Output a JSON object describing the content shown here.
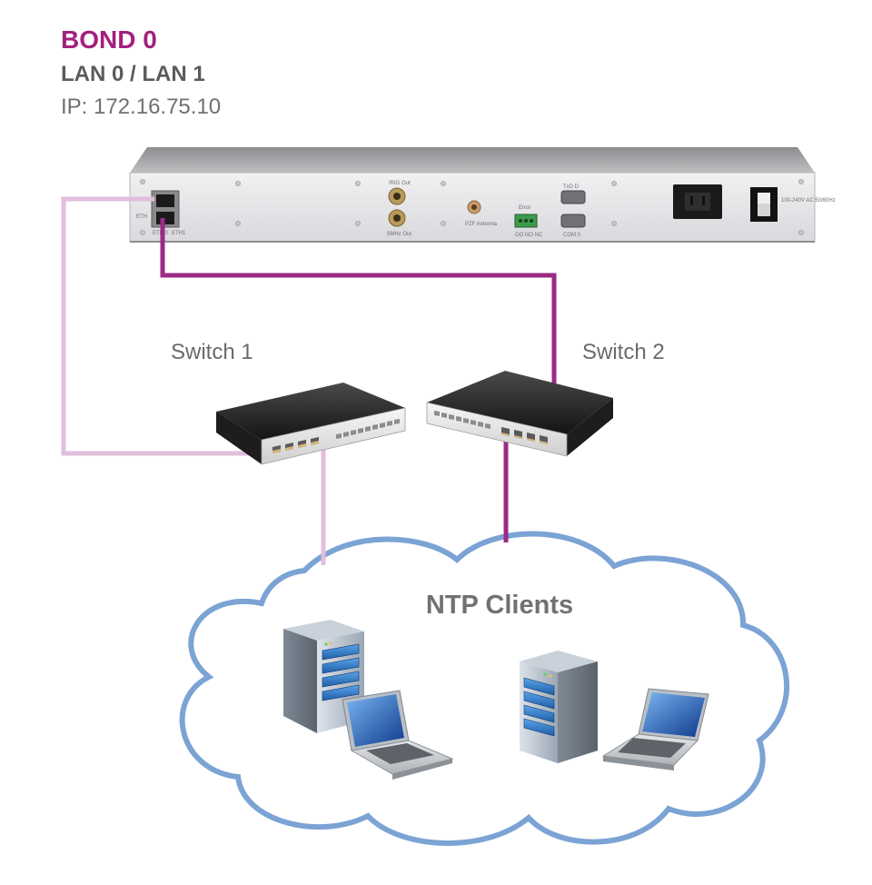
{
  "header": {
    "bond_title": "BOND 0",
    "interfaces": "LAN 0 / LAN 1",
    "ip": "IP: 172.16.75.10"
  },
  "device": {
    "port_label_eth": "ETH",
    "port_label_eth0": "ETH 0",
    "port_label_eth1": "ETH1",
    "connector_irig_out": "IRIG Out",
    "connector_mhz_out": "5MHz Out",
    "connector_antenna": "PZF Antenna",
    "error_label": "Error",
    "error_pins": "OO NO NC",
    "com1_label": "TxD D",
    "com0_label": "COM 0",
    "power_label": "100-240V AC 50/60Hz"
  },
  "switches": [
    {
      "label": "Switch 1"
    },
    {
      "label": "Switch 2"
    }
  ],
  "cloud": {
    "label": "NTP Clients"
  },
  "colors": {
    "accent": "#a3207f",
    "lan_light": "#e2bedc",
    "lan_dark": "#9c2a84",
    "cloud_outline": "#7ba3d4",
    "text_gray": "#6a6a6a"
  }
}
